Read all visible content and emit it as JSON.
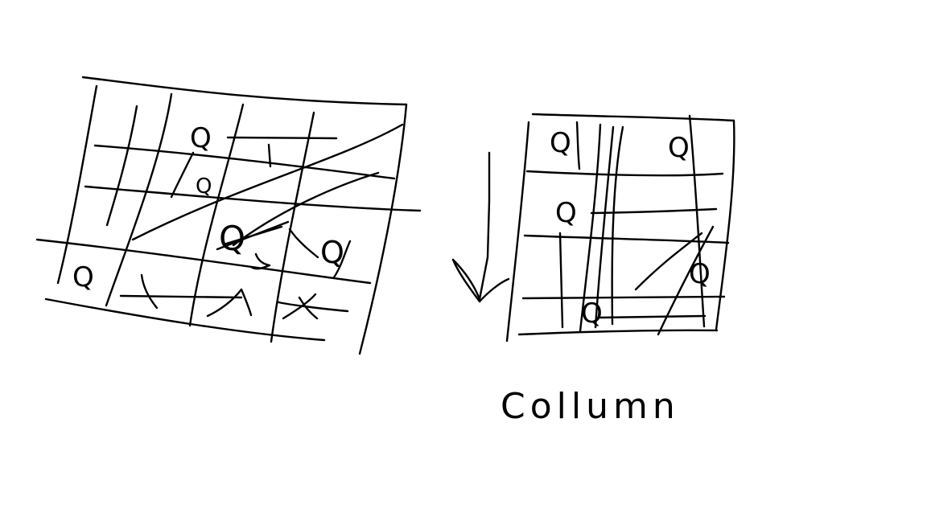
{
  "left_board": {
    "queen_label": "Q"
  },
  "right_board": {
    "queen_label": "Q"
  },
  "caption": "Collumn",
  "colors": {
    "ink": "#000000",
    "background": "#ffffff"
  }
}
